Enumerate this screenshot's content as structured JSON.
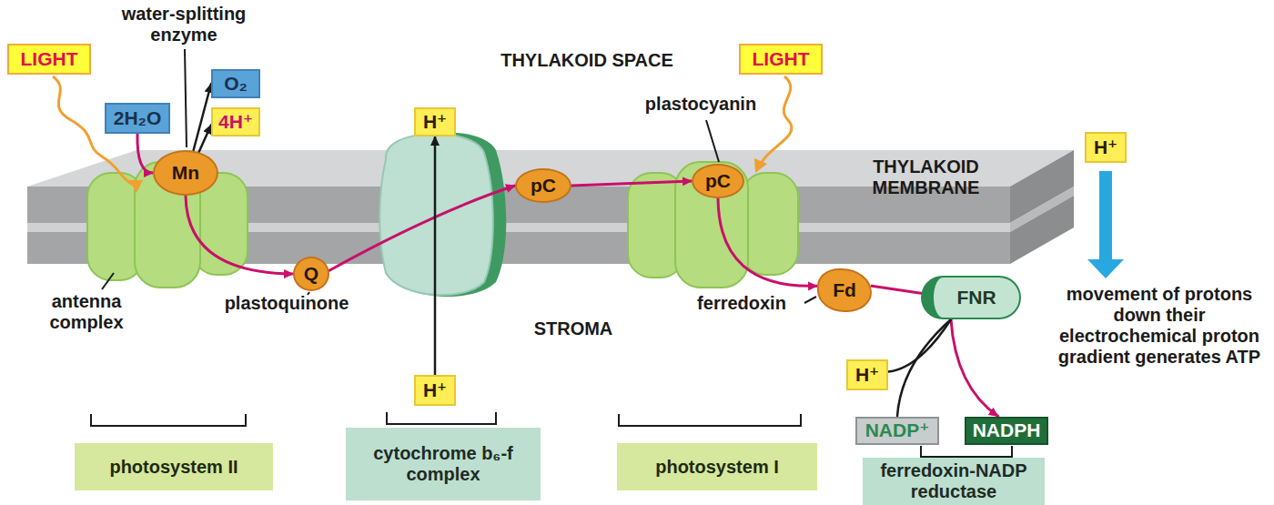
{
  "diagram": {
    "nodes": [
      {
        "text": [
          "LIGHT"
        ]
      },
      {
        "text": [
          "2H₂O"
        ]
      },
      {
        "text": [
          "O₂"
        ]
      },
      {
        "text": [
          "4H⁺"
        ]
      },
      {
        "text": [
          "Mn"
        ]
      },
      {
        "text": [
          "H⁺"
        ]
      },
      {
        "text": [
          "pC"
        ]
      },
      {
        "text": [
          "pC"
        ]
      },
      {
        "text": [
          "LIGHT"
        ]
      },
      {
        "text": [
          "H⁺"
        ]
      },
      {
        "text": [
          "Q"
        ]
      },
      {
        "text": [
          "Fd"
        ]
      },
      {
        "text": [
          "FNR"
        ]
      },
      {
        "text": [
          "H⁺"
        ]
      },
      {
        "text": [
          "H⁺"
        ]
      },
      {
        "text": [
          "NADP⁺"
        ]
      },
      {
        "text": [
          "NADPH"
        ]
      },
      {
        "text": [
          "photosystem II"
        ]
      },
      {
        "text": [
          "cytochrome b₆-f complex"
        ]
      },
      {
        "text": [
          "photosystem I"
        ]
      },
      {
        "text": [
          "ferredoxin-NADP reductase"
        ]
      }
    ],
    "edges": [
      {
        "from": 1,
        "to": 4,
        "arrow": "to"
      },
      {
        "from": 4,
        "to": 2,
        "arrow": "to"
      },
      {
        "from": 4,
        "to": 3,
        "arrow": "to"
      },
      {
        "from": 4,
        "to": 10,
        "arrow": "to"
      },
      {
        "from": 10,
        "to": 6,
        "arrow": "to"
      },
      {
        "from": 6,
        "to": 7,
        "arrow": "to"
      },
      {
        "from": 7,
        "to": 11,
        "arrow": "to"
      },
      {
        "from": 11,
        "to": 12,
        "arrow": "none"
      },
      {
        "from": 12,
        "to": 16,
        "arrow": "to"
      },
      {
        "from": 14,
        "to": 12,
        "arrow": "none"
      },
      {
        "from": 15,
        "to": 12,
        "arrow": "none"
      },
      {
        "from": 13,
        "to": 5,
        "arrow": "to"
      }
    ],
    "labels": [
      "water-splitting enzyme",
      "THYLAKOID SPACE",
      "plastocyanin",
      "THYLAKOID MEMBRANE",
      "antenna complex",
      "plastoquinone",
      "STROMA",
      "ferredoxin",
      "movement of protons down their electrochemical proton gradient generates ATP"
    ]
  }
}
